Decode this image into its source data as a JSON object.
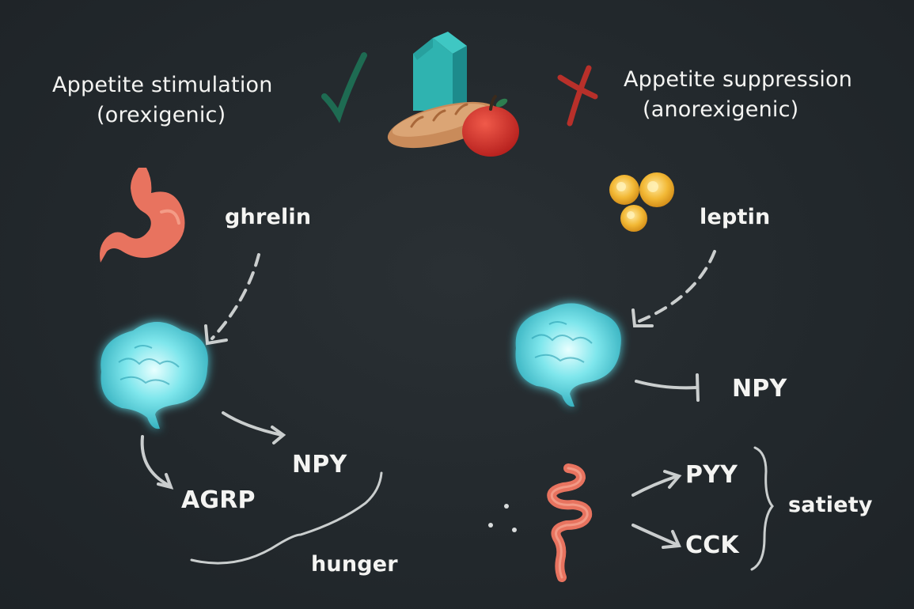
{
  "left": {
    "title_line1": "Appetite stimulation",
    "title_line2": "(orexigenic)",
    "hormone": "ghrelin",
    "outputs": [
      "NPY",
      "AGRP"
    ],
    "result": "hunger"
  },
  "right": {
    "title_line1": "Appetite suppression",
    "title_line2": "(anorexigenic)",
    "hormone": "leptin",
    "inhibited": "NPY",
    "gut_outputs": [
      "PYY",
      "CCK"
    ],
    "result": "satiety"
  },
  "colors": {
    "background": "#23292d",
    "check": "#1e6b52",
    "cross": "#b8302a",
    "brain": "#4fd8e0",
    "stomach": "#e8735f",
    "fat_cells": "#f0b530",
    "chalk": "#d9dcdc"
  },
  "icons": [
    "check-icon",
    "cross-icon",
    "food-icon",
    "stomach-icon",
    "fat-cells-icon",
    "brain-icon",
    "intestine-icon"
  ]
}
